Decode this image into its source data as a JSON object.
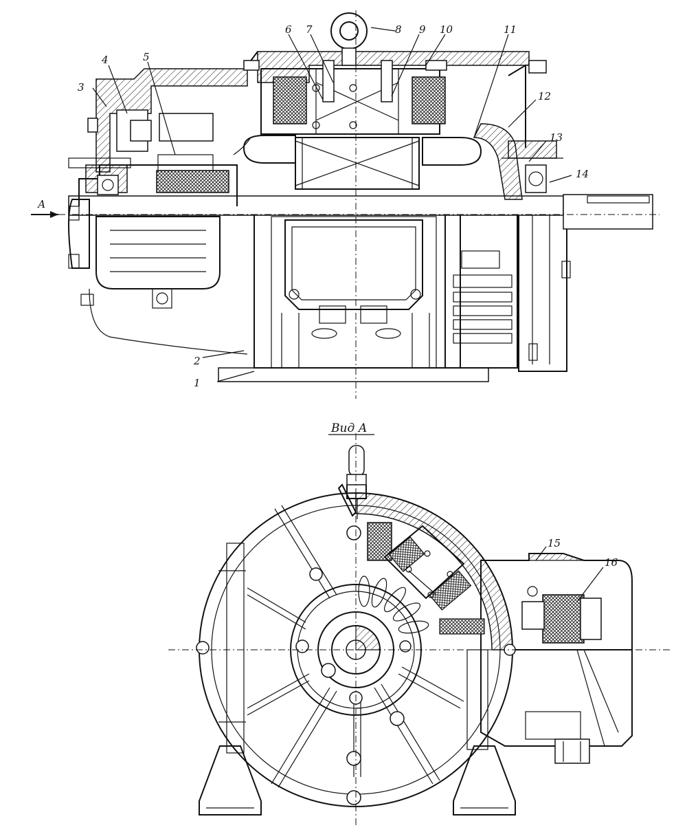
{
  "view_title": "Вид А",
  "arrow_label": "А",
  "callouts": [
    "1",
    "2",
    "3",
    "4",
    "5",
    "6",
    "7",
    "8",
    "9",
    "10",
    "11",
    "12",
    "13",
    "14",
    "15",
    "16"
  ],
  "colors": {
    "ink": "#111111",
    "paper": "#ffffff"
  }
}
